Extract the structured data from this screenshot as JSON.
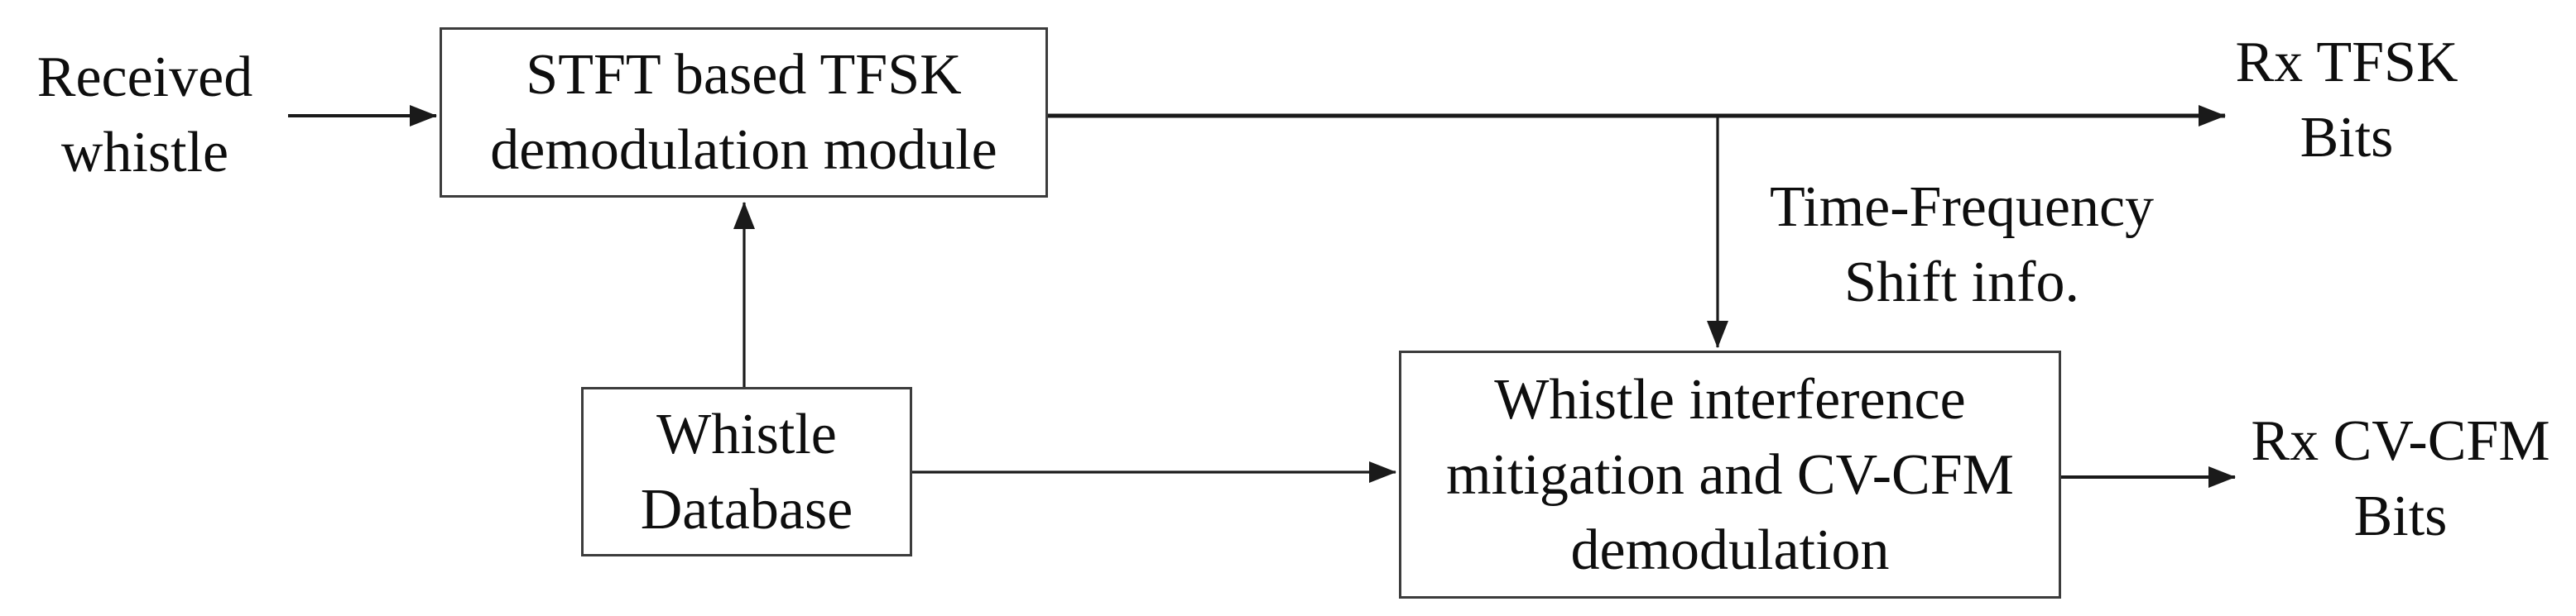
{
  "figure_type": "block-diagram",
  "colors": {
    "background": "#ffffff",
    "line": "#1a1a1a",
    "box_border": "#3c3c3c",
    "text": "#0e0e0e"
  },
  "nodes": {
    "received_whistle": {
      "kind": "input-label",
      "label": "Received\nwhistle"
    },
    "stft_demodulation": {
      "kind": "box",
      "label": "STFT based TFSK\ndemodulation module"
    },
    "rx_tfsk_bits": {
      "kind": "output-label",
      "label": "Rx TFSK\nBits"
    },
    "time_frequency_shift_info": {
      "kind": "edge-label",
      "label": "Time-Frequency\nShift info."
    },
    "whistle_database": {
      "kind": "box",
      "label": "Whistle\nDatabase"
    },
    "whistle_interference": {
      "kind": "box",
      "label": "Whistle interference\nmitigation and CV-CFM\ndemodulation"
    },
    "rx_cvcfm_bits": {
      "kind": "output-label",
      "label": "Rx CV-CFM\nBits"
    }
  },
  "edges": [
    {
      "from": "received_whistle",
      "to": "stft_demodulation"
    },
    {
      "from": "stft_demodulation",
      "to": "rx_tfsk_bits"
    },
    {
      "from": "stft_demodulation",
      "to": "whistle_interference",
      "label_ref": "time_frequency_shift_info"
    },
    {
      "from": "whistle_database",
      "to": "stft_demodulation"
    },
    {
      "from": "whistle_database",
      "to": "whistle_interference"
    },
    {
      "from": "whistle_interference",
      "to": "rx_cvcfm_bits"
    }
  ]
}
